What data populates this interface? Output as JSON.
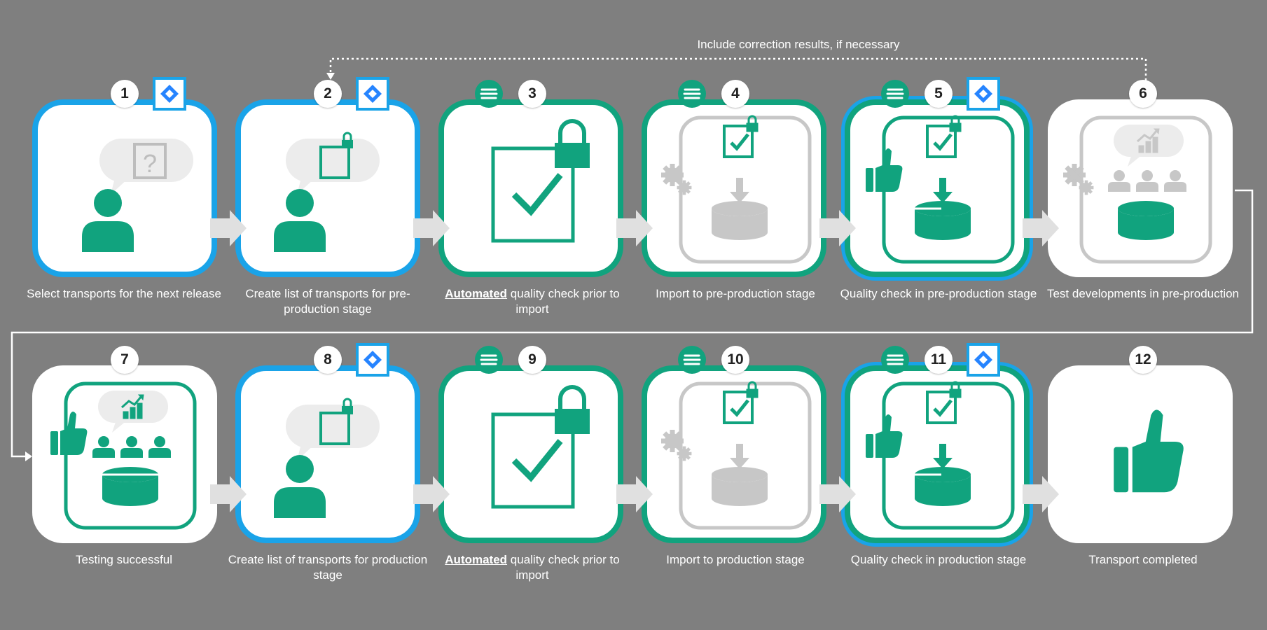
{
  "note": "Include correction results, if necessary",
  "steps": [
    {
      "num": "1",
      "caption": "Select transports for the next release"
    },
    {
      "num": "2",
      "caption": "Create list of transports for pre-production stage"
    },
    {
      "num": "3",
      "caption_bold": "Automated",
      "caption_rest": " quality check prior to import"
    },
    {
      "num": "4",
      "caption": "Import to pre-production stage"
    },
    {
      "num": "5",
      "caption": "Quality check in pre-production stage"
    },
    {
      "num": "6",
      "caption": "Test developments in pre-production"
    },
    {
      "num": "7",
      "caption": "Testing successful"
    },
    {
      "num": "8",
      "caption": "Create list of transports for production stage"
    },
    {
      "num": "9",
      "caption_bold": "Automated",
      "caption_rest": " quality check prior to import"
    },
    {
      "num": "10",
      "caption": "Import to production stage"
    },
    {
      "num": "11",
      "caption": "Quality check in production stage"
    },
    {
      "num": "12",
      "caption": "Transport completed"
    }
  ],
  "icons": {
    "jira": "jira-icon",
    "list": "list-icon",
    "person": "person-icon",
    "checklist": "locked-checklist-icon",
    "database": "database-icon",
    "gears": "gears-icon",
    "thumb": "thumbs-up-icon",
    "team": "team-icon",
    "chart": "chart-icon"
  },
  "colors": {
    "background": "#7f7f7f",
    "green": "#11a37e",
    "blue": "#1aa3e8",
    "jira_blue": "#2684ff",
    "grey_icon": "#c7c7c7",
    "bubble": "#ececec"
  }
}
